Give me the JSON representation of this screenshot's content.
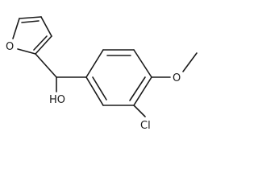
{
  "molecule": {
    "atom_labels": {
      "furan_oxygen": "O",
      "hydroxyl": "HO",
      "chlorine": "Cl",
      "methoxy_oxygen": "O"
    },
    "line_color": "#1a1a1a",
    "background_color": "#ffffff"
  }
}
